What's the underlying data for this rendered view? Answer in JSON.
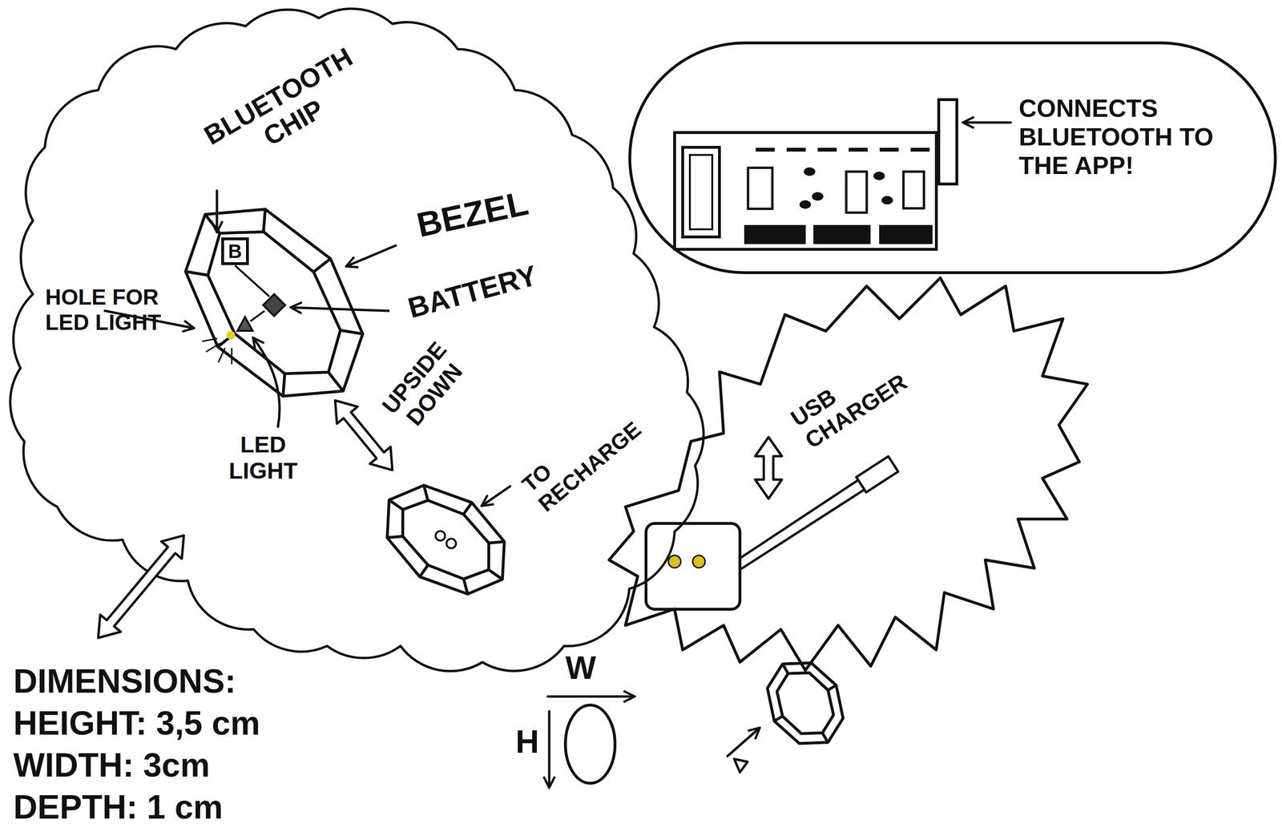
{
  "diagram": {
    "nodes": [
      {
        "text": [
          "B"
        ]
      },
      {
        "text": [
          "CONNECTS BLUETOOTH TO THE APP!"
        ]
      },
      {
        "text": [
          "USB CHARGER"
        ]
      }
    ],
    "labels": [
      "BLUETOOTH CHIP",
      "BEZEL",
      "HOLE FOR LED LIGHT",
      "BATTERY",
      "UPSIDE DOWN",
      "LED LIGHT",
      "TO RECHARGE",
      "DIMENSIONS:",
      "HEIGHT: 3,5 cm",
      "WIDTH: 3cm",
      "DEPTH: 1 cm",
      "W",
      "H"
    ]
  }
}
